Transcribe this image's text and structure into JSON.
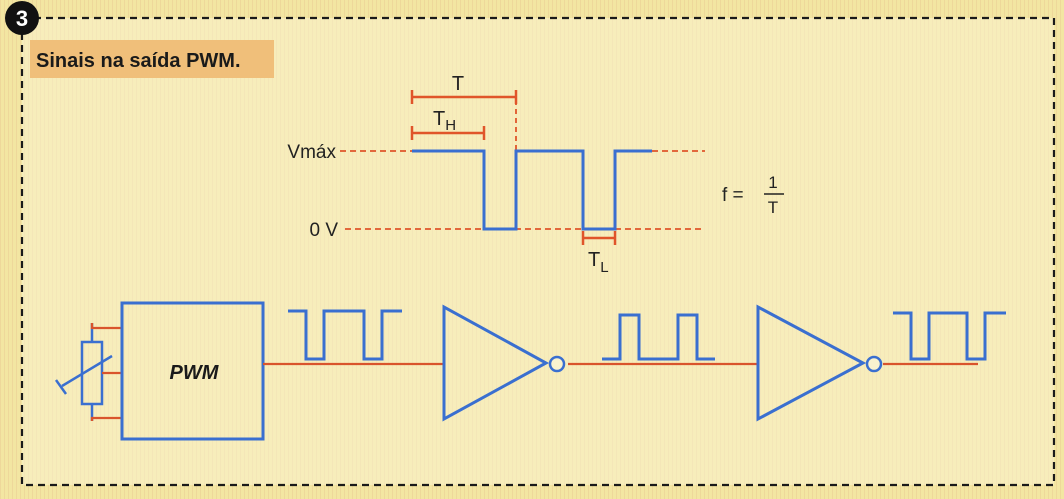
{
  "figure": {
    "number": "3",
    "caption": "Sinais na saída PWM."
  },
  "timing": {
    "label_T": "T",
    "label_TH": "T",
    "label_TH_sub": "H",
    "label_TL": "T",
    "label_TL_sub": "L",
    "label_vmax": "Vmáx",
    "label_0v": "0 V",
    "formula_lhs": "f =",
    "formula_num": "1",
    "formula_den": "T"
  },
  "circuit": {
    "pwm_label": "PWM"
  },
  "colors": {
    "signal": "#3a6fd0",
    "wire": "#d9542c",
    "frame": "#1a1a1a",
    "dashed_ref": "#e0552a",
    "caption_bg": "#f0bf7a",
    "panel_bg": "#faf3cf",
    "badge": "#111111"
  }
}
